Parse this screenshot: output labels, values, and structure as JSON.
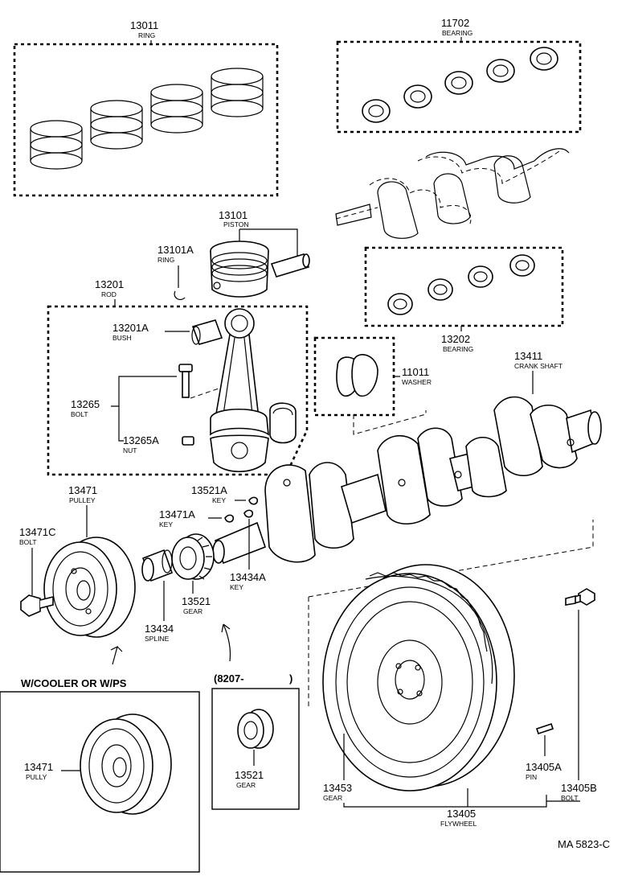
{
  "title": "MA 5823-C",
  "callouts": {
    "ring": {
      "num": "13011",
      "name": "RING"
    },
    "bearing_main": {
      "num": "11702",
      "name": "BEARING"
    },
    "piston": {
      "num": "13101",
      "name": "PISTON"
    },
    "piston_ring": {
      "num": "13101A",
      "name": "RING"
    },
    "rod": {
      "num": "13201",
      "name": "ROD"
    },
    "bush": {
      "num": "13201A",
      "name": "BUSH"
    },
    "bearing_rod": {
      "num": "13202",
      "name": "BEARING"
    },
    "washer": {
      "num": "11011",
      "name": "WASHER"
    },
    "crankshaft": {
      "num": "13411",
      "name": "CRANK SHAFT"
    },
    "bolt_rod": {
      "num": "13265",
      "name": "BOLT"
    },
    "nut": {
      "num": "13265A",
      "name": "NUT"
    },
    "pulley": {
      "num": "13471",
      "name": "PULLEY"
    },
    "key_a": {
      "num": "13521A",
      "name": "KEY"
    },
    "key_b": {
      "num": "13471A",
      "name": "KEY"
    },
    "bolt_pulley": {
      "num": "13471C",
      "name": "BOLT"
    },
    "key_c": {
      "num": "13434A",
      "name": "KEY"
    },
    "gear": {
      "num": "13521",
      "name": "GEAR"
    },
    "spline": {
      "num": "13434",
      "name": "SPLINE"
    },
    "pully_alt": {
      "num": "13471",
      "name": "PULLY"
    },
    "gear_alt": {
      "num": "13521",
      "name": "GEAR"
    },
    "ring_gear": {
      "num": "13453",
      "name": "GEAR"
    },
    "flywheel": {
      "num": "13405",
      "name": "FLYWHEEL"
    },
    "pin": {
      "num": "13405A",
      "name": "PIN"
    },
    "bolt_flywheel": {
      "num": "13405B",
      "name": "BOLT"
    }
  },
  "variants": {
    "cooler": "W/COOLER OR W/PS",
    "date_range": "(8207-",
    "date_close": ")"
  }
}
